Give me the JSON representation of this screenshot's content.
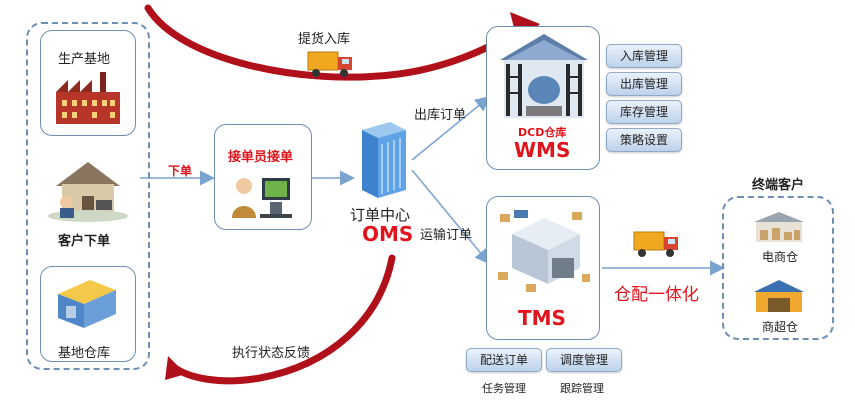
{
  "left_panel": {
    "production_base": "生产基地",
    "customer_order": "客户下单",
    "base_warehouse": "基地仓库"
  },
  "flow": {
    "place_order": "下单",
    "pickup_inbound": "提货入库",
    "outbound_order": "出库订单",
    "transport_order": "运输订单",
    "status_feedback": "执行状态反馈"
  },
  "order_taker": {
    "label": "接单员接单"
  },
  "oms": {
    "name": "订单中心",
    "code": "OMS"
  },
  "wms": {
    "warehouse_label": "DCD仓库",
    "code": "WMS",
    "modules": [
      "入库管理",
      "出库管理",
      "库存管理",
      "策略设置"
    ]
  },
  "tms": {
    "code": "TMS",
    "modules": [
      "配送订单",
      "调度管理"
    ],
    "sub_labels": [
      "任务管理",
      "跟踪管理"
    ]
  },
  "integration": "仓配一体化",
  "end_customer": {
    "title": "终端客户",
    "items": [
      "电商仓",
      "商超仓"
    ]
  },
  "colors": {
    "accent_red": "#e0141c",
    "border_blue": "#6f8fb2",
    "arrow_blue": "#7aa3cf",
    "curve_red": "#b0101a"
  }
}
